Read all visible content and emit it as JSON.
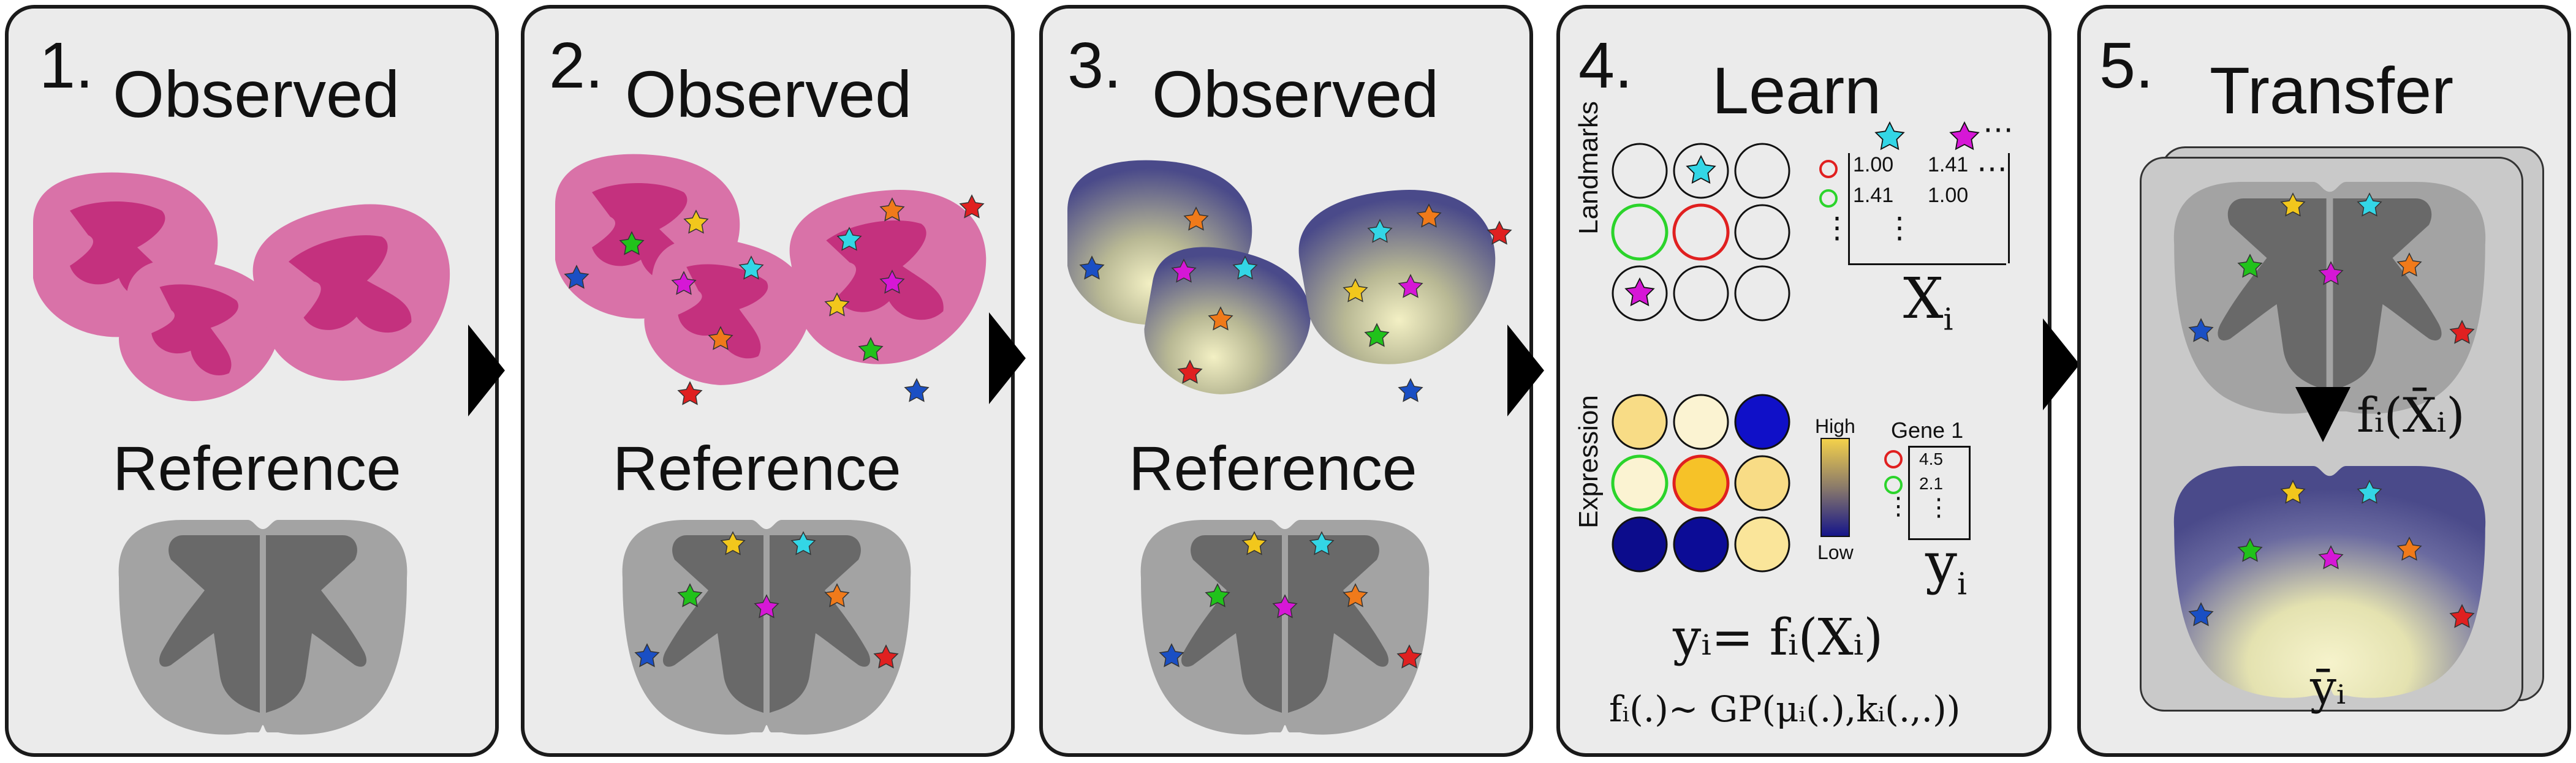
{
  "panels": [
    {
      "number": "1.",
      "title": "Observed",
      "reference_label": "Reference"
    },
    {
      "number": "2.",
      "title": "Observed",
      "reference_label": "Reference"
    },
    {
      "number": "3.",
      "title": "Observed",
      "reference_label": "Reference"
    },
    {
      "number": "4.",
      "title": "Learn"
    },
    {
      "number": "5.",
      "title": "Transfer"
    }
  ],
  "learn": {
    "landmarks_label": "Landmarks",
    "expression_label": "Expression",
    "matrix": {
      "row1": [
        "1.00",
        "1.41"
      ],
      "row2": [
        "1.41",
        "1.00"
      ],
      "ellipsis": "⋯",
      "vdots": "⋮"
    },
    "x_label": "X",
    "x_sub": "i",
    "colorbar": {
      "high": "High",
      "low": "Low"
    },
    "gene_label": "Gene 1",
    "gene_values": [
      "4.5",
      "2.1"
    ],
    "y_label": "y",
    "y_sub": "i",
    "equation1": "yᵢ= fᵢ(Xᵢ)",
    "equation2": "fᵢ(.)~ GP(μᵢ(.),kᵢ(.,.))"
  },
  "transfer": {
    "function_label": "fᵢ(X̄ᵢ)",
    "output_label": "ȳᵢ"
  },
  "colors": {
    "panel_bg": "#ebebeb",
    "tissue_light": "#d972a8",
    "tissue_dark": "#c4317e",
    "ref_light": "#a3a3a3",
    "ref_dark": "#696969",
    "expr_dark": "#4a4a8a",
    "expr_light": "#f3f0c4",
    "marker_red": "#e02020",
    "marker_green": "#21c21b",
    "marker_blue": "#1a4fc4",
    "marker_cyan": "#33d6e6",
    "marker_magenta": "#d617d6",
    "marker_orange": "#f07a1a",
    "marker_yellow": "#f2c71c"
  }
}
